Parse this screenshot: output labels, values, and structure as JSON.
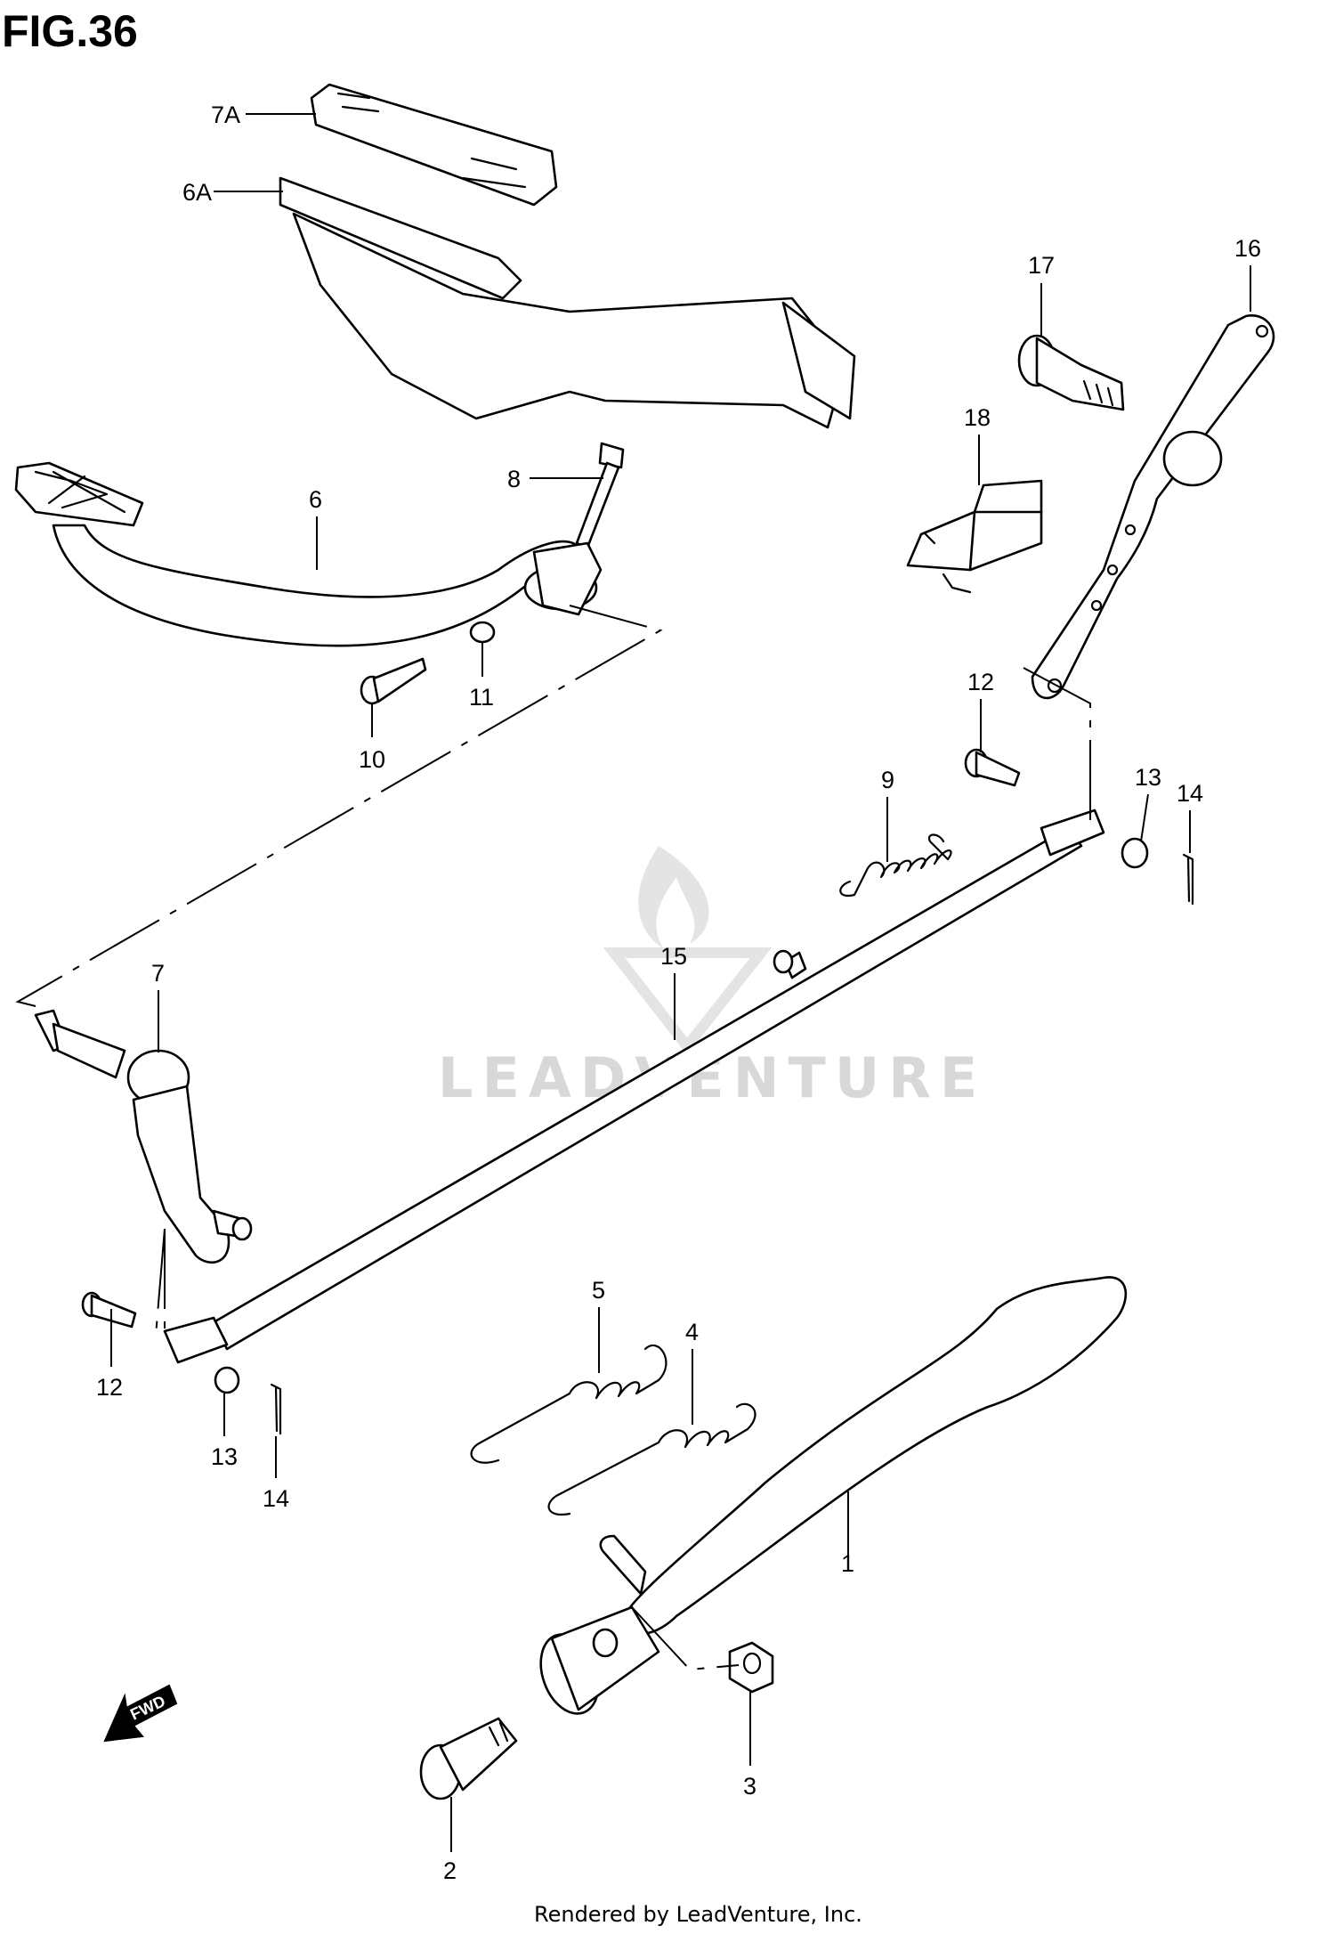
{
  "figure": {
    "title": "FIG.36"
  },
  "watermark": {
    "text": "LEADVENTURE"
  },
  "fwd_arrow": {
    "label": "FWD"
  },
  "footer": {
    "text": "Rendered by LeadVenture, Inc."
  },
  "callouts": {
    "c7A": "7A",
    "c6A": "6A",
    "c17": "17",
    "c16": "16",
    "c18": "18",
    "c8": "8",
    "c6": "6",
    "c11": "11",
    "c10": "10",
    "c12a": "12",
    "c13a": "13",
    "c14a": "14",
    "c9": "9",
    "c15": "15",
    "c7": "7",
    "c5": "5",
    "c4": "4",
    "c12b": "12",
    "c13b": "13",
    "c14b": "14",
    "c1": "1",
    "c3": "3",
    "c2": "2"
  }
}
